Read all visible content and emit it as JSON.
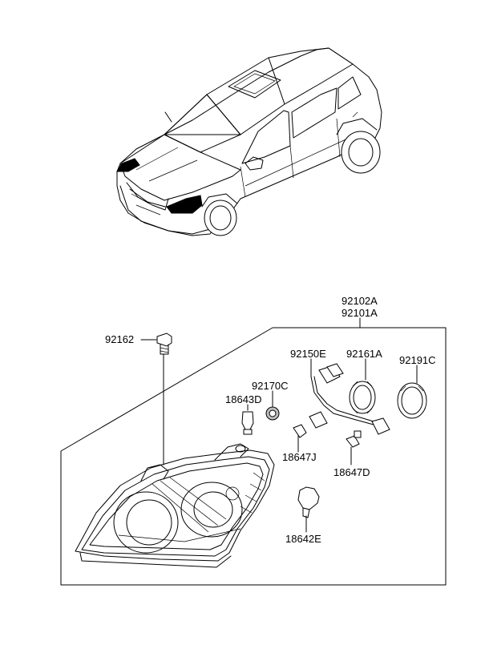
{
  "callouts": {
    "assembly_a": "92102A",
    "assembly_b": "92101A",
    "bolt": "92162",
    "wiring": "92150E",
    "cap_a": "92161A",
    "cap_c": "92191C",
    "socket": "92170C",
    "small_bulb": "18643D",
    "bulb_j": "18647J",
    "bulb_d": "18647D",
    "bulb_e": "18642E"
  }
}
